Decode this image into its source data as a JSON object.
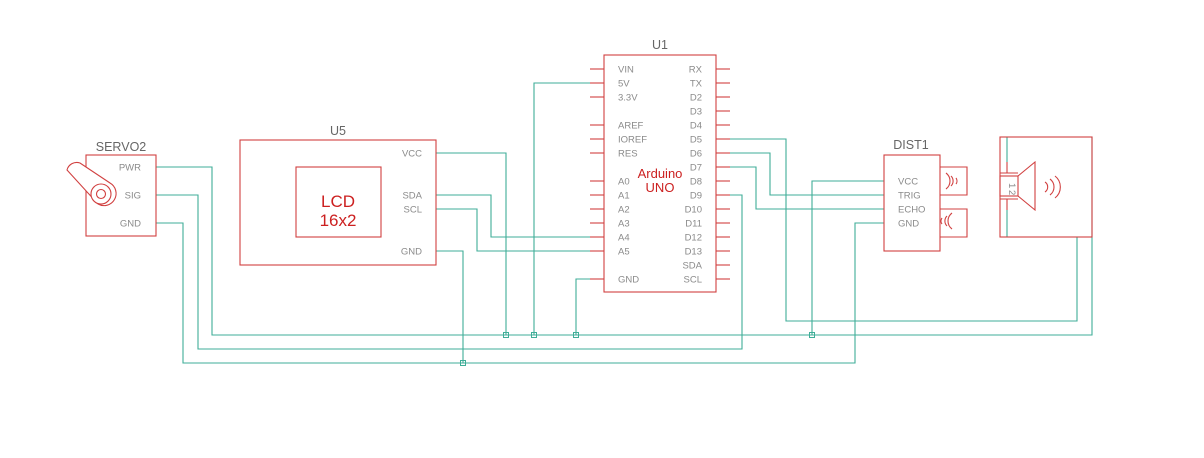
{
  "components": {
    "arduino": {
      "ref": "U1",
      "title_line1": "Arduino",
      "title_line2": "UNO",
      "left_pins": [
        "VIN",
        "5V",
        "3.3V",
        "AREF",
        "IOREF",
        "RES",
        "A0",
        "A1",
        "A2",
        "A3",
        "A4",
        "A5",
        "GND"
      ],
      "right_pins": [
        "RX",
        "TX",
        "D2",
        "D3",
        "D4",
        "D5",
        "D6",
        "D7",
        "D8",
        "D9",
        "D10",
        "D11",
        "D12",
        "D13",
        "SDA",
        "SCL"
      ]
    },
    "lcd": {
      "ref": "U5",
      "title_line1": "LCD",
      "title_line2": "16x2",
      "pins": [
        "VCC",
        "SDA",
        "SCL",
        "GND"
      ]
    },
    "servo": {
      "ref": "SERVO2",
      "pins": [
        "PWR",
        "SIG",
        "GND"
      ]
    },
    "distance_sensor": {
      "ref": "DIST1",
      "pins": [
        "VCC",
        "TRIG",
        "ECHO",
        "GND"
      ]
    },
    "speaker": {
      "pin_labels": [
        "1",
        "2"
      ]
    }
  },
  "colors": {
    "component": "#d14040",
    "wire": "#3fae98",
    "label_text": "#8a8a8a",
    "ref_text": "#666666",
    "title_text": "#cc2020"
  }
}
